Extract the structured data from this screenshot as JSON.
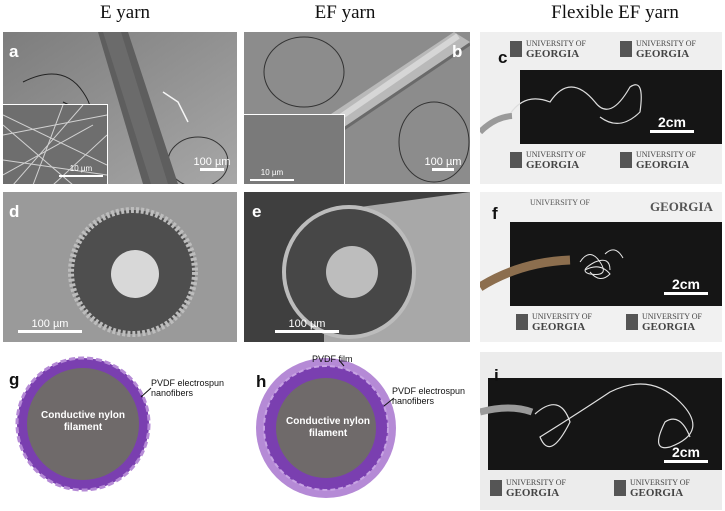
{
  "columns": {
    "e_yarn": "E yarn",
    "ef_yarn": "EF yarn",
    "flexible": "Flexible EF yarn"
  },
  "panels": {
    "a": {
      "letter": "a",
      "scale": "100 µm",
      "inset_scale": "10 µm"
    },
    "b": {
      "letter": "b",
      "scale": "100 µm",
      "inset_scale": "10 µm"
    },
    "c": {
      "letter": "c",
      "scale": "2cm"
    },
    "d": {
      "letter": "d",
      "scale": "100 µm"
    },
    "e": {
      "letter": "e",
      "scale": "100 µm"
    },
    "f": {
      "letter": "f",
      "scale": "2cm"
    },
    "g": {
      "letter": "g",
      "center": "Conductive nylon filament",
      "fiber_label": "PVDF electrospun nanofibers"
    },
    "h": {
      "letter": "h",
      "center": "Conductive nylon filament",
      "fiber_label": "PVDF electrospun nanofibers",
      "film_label": "PVDF film"
    },
    "i": {
      "letter": "i",
      "scale": "2cm"
    }
  },
  "logo": {
    "line1": "UNIVERSITY OF",
    "line2": "GEORGIA"
  },
  "colors": {
    "purple": "#7a3fb0",
    "purple_light": "#b58ad6",
    "core": "#6f6a6a",
    "board": "#151515"
  }
}
